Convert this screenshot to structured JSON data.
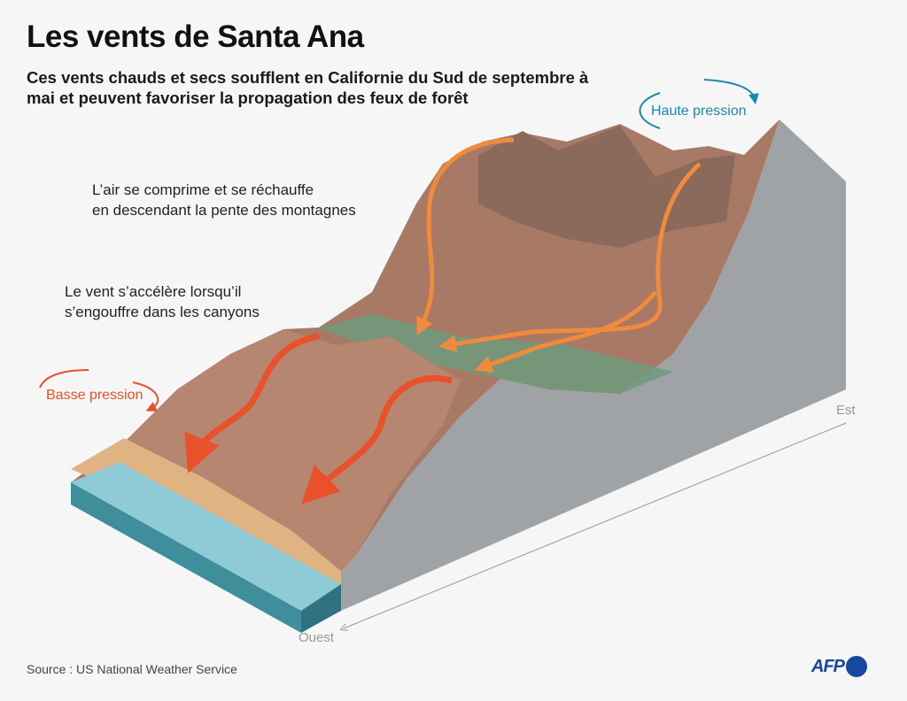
{
  "title": "Les vents de Santa Ana",
  "subtitle": "Ces vents chauds et secs soufflent en Californie du Sud de septembre à mai et peuvent favoriser la propagation des feux de forêt",
  "annotations": {
    "compression_line1": "L’air se comprime et se réchauffe",
    "compression_line2": "en descendant la pente des montagnes",
    "canyon_line1": "Le vent s’accélère lorsqu’il",
    "canyon_line2": "s’engouffre dans les canyons"
  },
  "labels": {
    "high_pressure": "Haute pression",
    "low_pressure": "Basse pression",
    "east": "Est",
    "west": "Ouest"
  },
  "colors": {
    "high": "#1b88a8",
    "low": "#e8512a",
    "wind": "#f08a3c",
    "logo": "#1847a0"
  },
  "footer": {
    "source": "Source : US National Weather Service",
    "logo": "AFP"
  }
}
